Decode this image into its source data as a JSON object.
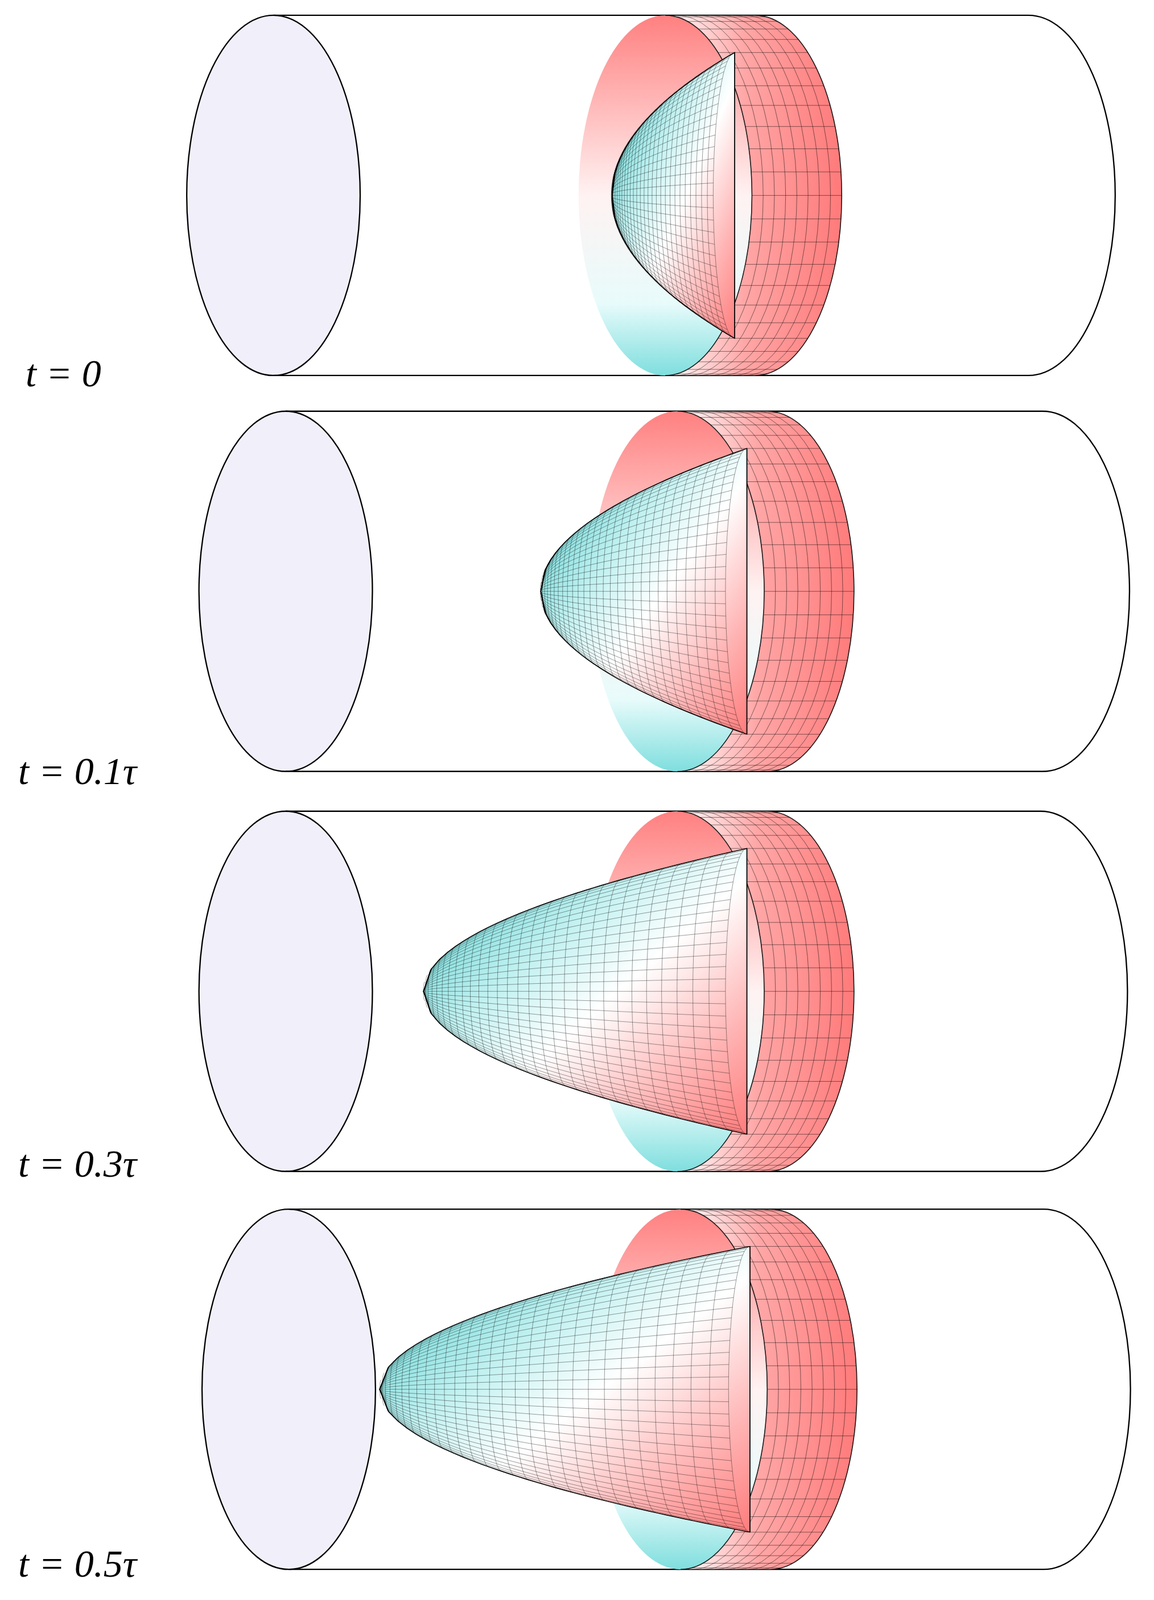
{
  "diagram": {
    "labels": [
      "t = 0",
      "t = 0.1τ",
      "t = 0.3τ",
      "t = 0.5τ"
    ]
  }
}
